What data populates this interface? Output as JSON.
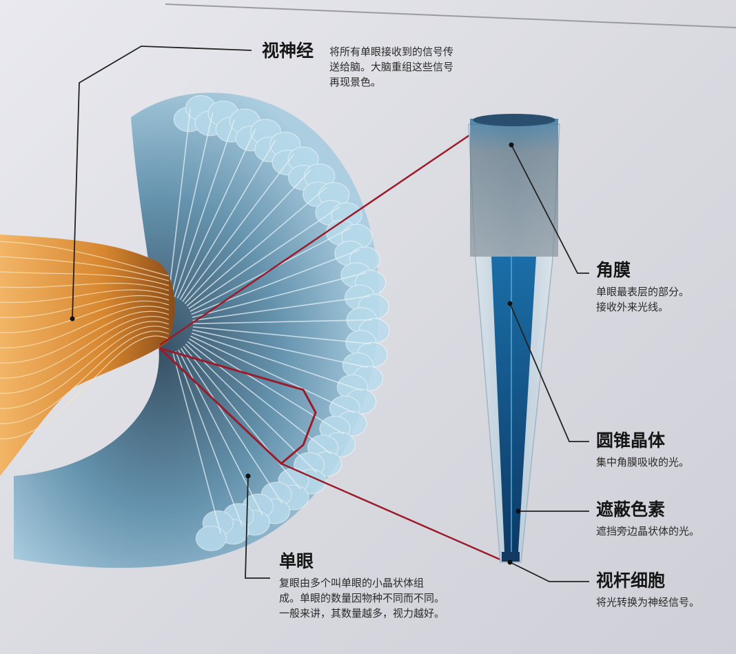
{
  "labels": {
    "optic_nerve": {
      "title": "视神经",
      "desc": "将所有单眼接收到的信号传\n送给脑。大脑重组这些信号\n再现景色。"
    },
    "cornea": {
      "title": "角膜",
      "desc": "单眼最表层的部分。\n接收外来光线。"
    },
    "crystalline_cone": {
      "title": "圆锥晶体",
      "desc": "集中角膜吸收的光。"
    },
    "pigment": {
      "title": "遮蔽色素",
      "desc": "遮挡旁边晶状体的光。"
    },
    "rod_cell": {
      "title": "视杆细胞",
      "desc": "将光转换为神经信号。"
    },
    "ommatidium": {
      "title": "单眼",
      "desc": "复眼由多个叫单眼的小晶状体组\n成。单眼的数量因物种不同而不同。\n一般来讲，其数量越多，视力越好。"
    }
  },
  "colors": {
    "nerve": "#d9892f",
    "lens": "#7fb3cf",
    "callout": "#9b1b2a",
    "leader": "#222222"
  }
}
